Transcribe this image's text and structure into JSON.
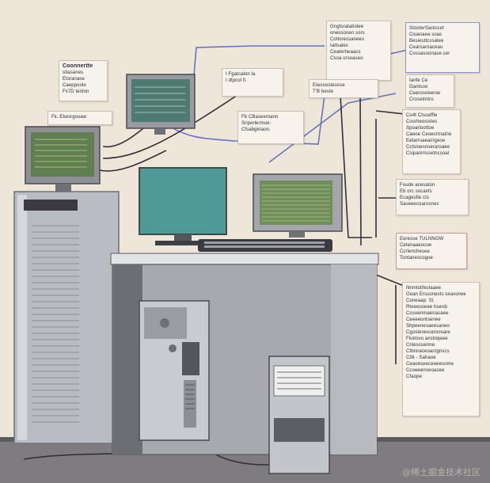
{
  "notes": {
    "top_left": {
      "lines": [
        "Coonnertte",
        "stlasanes",
        "Etsranase",
        "Caeppoole",
        "Fx7D tenlon"
      ]
    },
    "left_mid": {
      "lines": [
        "Fk. Ekesrgooaw"
      ]
    },
    "center_top": {
      "lines": [
        "I Fgatcalon la",
        "I dtpcol fi."
      ]
    },
    "center_mid": {
      "lines": [
        "Fb CBaseemann",
        "Sriperlermoe:",
        "Cfsabgkraon."
      ]
    },
    "top_center_right": {
      "lines": [
        "Gngtsratatiolee",
        "onessonen sors",
        "Cotloressanees",
        "",
        "Iaitsales",
        "Ceaterheaacs",
        "Csoa orsoaseo"
      ]
    },
    "small_mid": {
      "lines": [
        "Eteocesteusse",
        "T'B beste"
      ]
    },
    "top_right": {
      "lines": [
        "StooterSaniccet",
        "Ciuanaea soas",
        "Besiesttcssatee",
        "Cearsaroaceau",
        "Cossasoonase cer"
      ]
    },
    "right_1": {
      "lines": [
        "Ianfe Ce",
        "Gantsoo",
        "Ceerosoeeroe",
        "Crosetmtro"
      ]
    },
    "right_2": {
      "lines": [
        "Co4t Ctsoeffle",
        "Cosrheosistes",
        "Spoarloottoe",
        "Caeoe Ceoecrtnatrie",
        "Eetarrsaeacrgeoe",
        "Cctsioesnseraroaee",
        "Csipanrnssetncsoal"
      ]
    },
    "right_3": {
      "lines": [
        "Foude acesaton",
        "Eb orc socaxts",
        "Ecagesfie cts",
        "Saseeecoarosnes"
      ]
    },
    "right_4": {
      "lines": [
        "Eeresse TULNNOW",
        "Cetenaaeocoe",
        "Ccrlenchesee",
        "Tontanescogoe"
      ]
    },
    "right_5": {
      "lines": [
        "Nnmtotfeutaaee",
        "Ooan Erssonests seaxorwe",
        "Coneaap: Sl.",
        "",
        "Rteeeoseee hsenb",
        "Cosoenmaenasaee",
        "Ceeeeontsenee",
        "Shpeenesaeesaneo",
        "Cgosteresceroosare",
        "Fkotovo anstoqeee",
        "",
        "Cnlescuenne.",
        "Ctbnnaceoarzgnscs",
        "Ctlk - Sahaoe",
        "",
        "Ceaoeseeceeeesome",
        "Ccoeeenoeoasee",
        "Cfaope"
      ]
    }
  },
  "watermark": "@稀土掘金技术社区",
  "colors": {
    "background": "#efe6da",
    "monitor_screen_teal": "#4f9a97",
    "screen_green": "#6f8f5a",
    "wire_blue": "#6a72c2"
  }
}
